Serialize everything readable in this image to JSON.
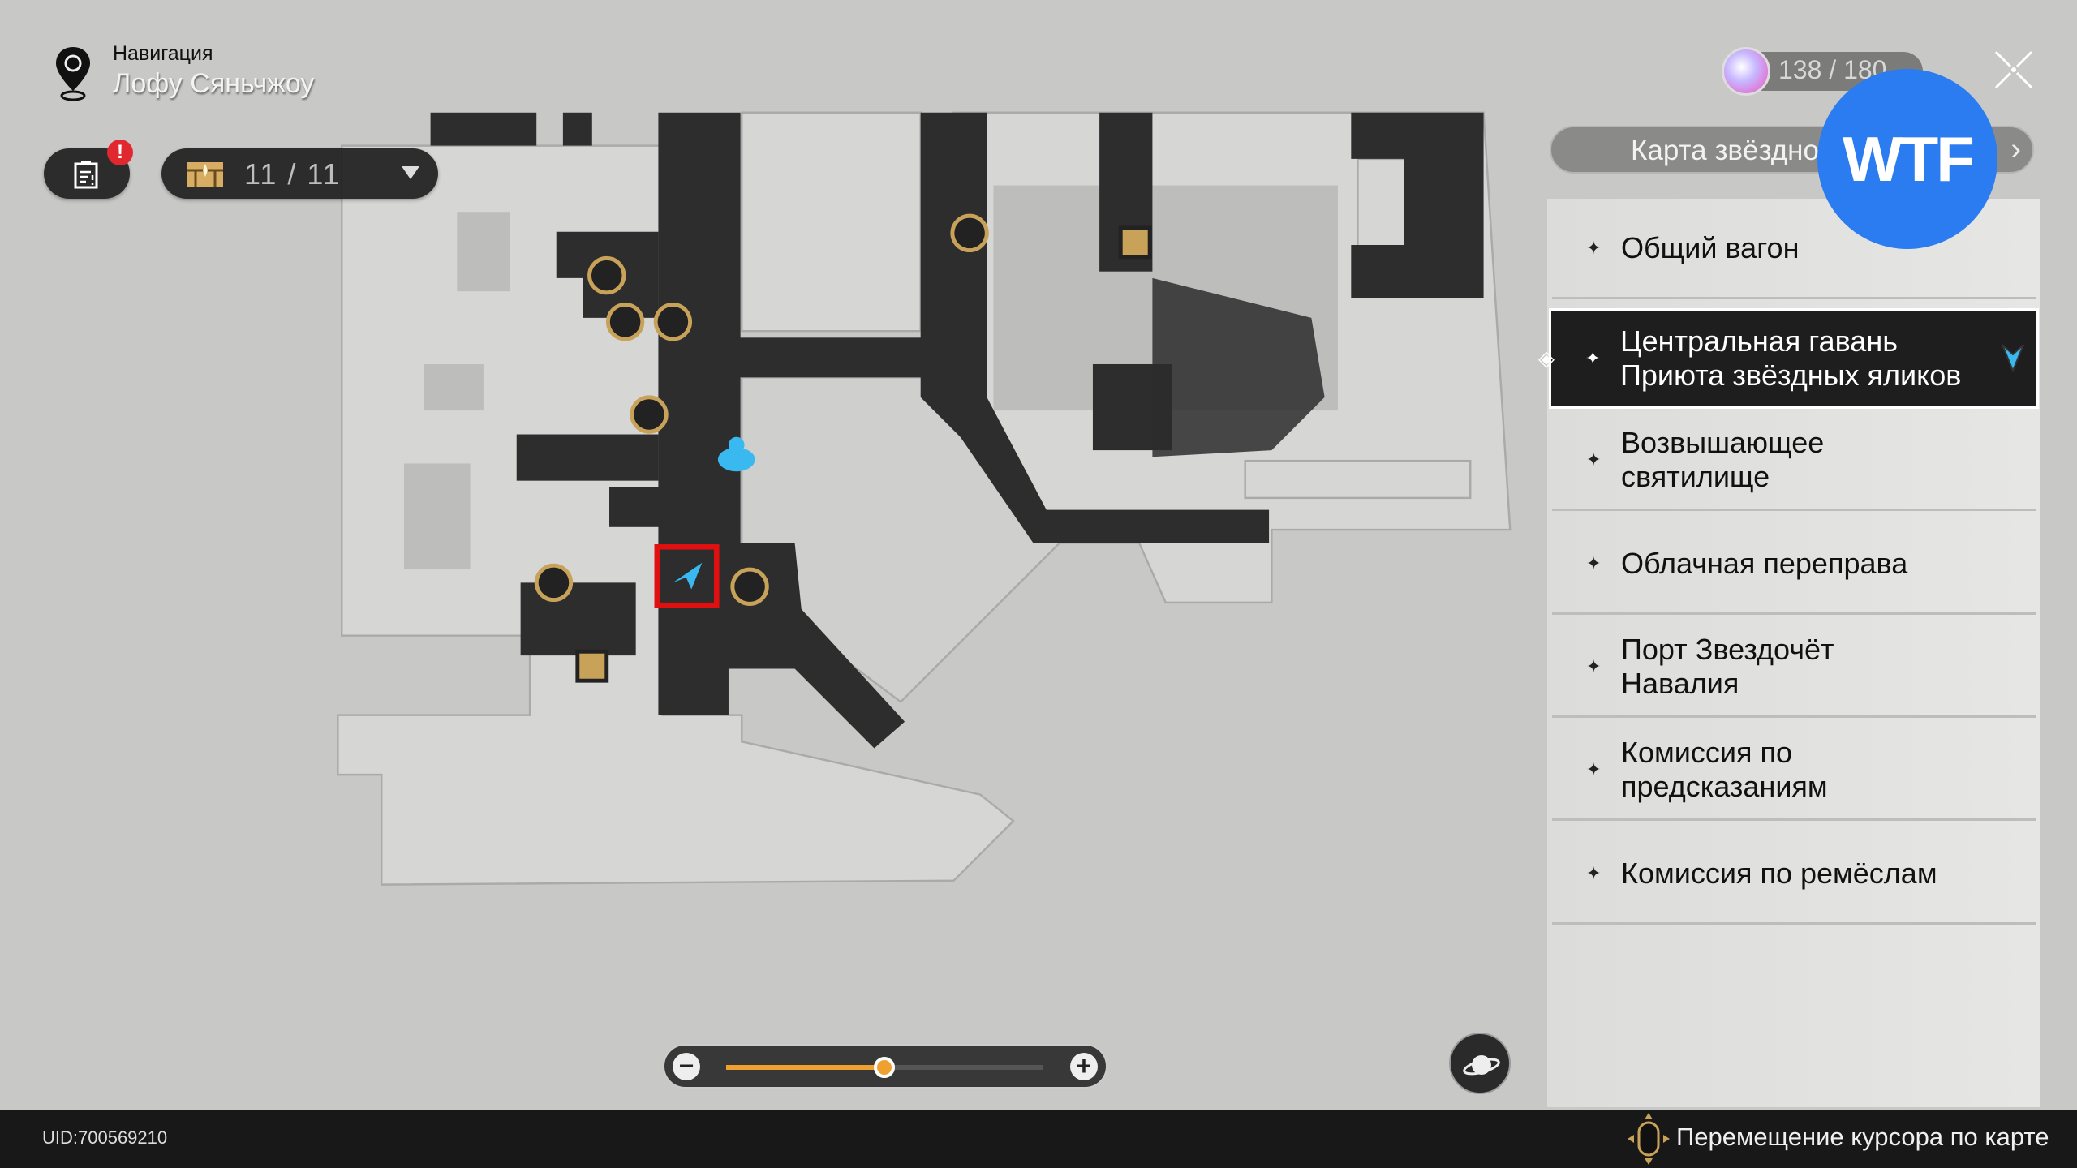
{
  "navigation": {
    "title": "Навигация",
    "location": "Лофу Сяньчжоу"
  },
  "tasks": {
    "badge": "!"
  },
  "chests": {
    "count": "11 / 11"
  },
  "stamina": {
    "value": "138 / 180"
  },
  "star_map_button": {
    "label": "Карта звёздно",
    "arrow": "›"
  },
  "overlay": {
    "text": "WTF",
    "color": "#2a7cf0"
  },
  "areas": [
    {
      "label": "Общий вагон",
      "selected": false
    },
    {
      "label": "Центральная гавань Приюта звёздных яликов",
      "selected": true
    },
    {
      "label": "Возвышающее святилище",
      "selected": false
    },
    {
      "label": "Облачная переправа",
      "selected": false
    },
    {
      "label": "Порт Звездочёт Навалия",
      "selected": false
    },
    {
      "label": "Комиссия по предсказаниям",
      "selected": false
    },
    {
      "label": "Комиссия по ремёслам",
      "selected": false
    }
  ],
  "zoom": {
    "minus": "−",
    "plus": "+",
    "level": 0.5
  },
  "footer": {
    "uid": "UID:700569210",
    "hint": "Перемещение курсора по карте"
  },
  "colors": {
    "accent": "#f0a030",
    "marker": "#c9a25a",
    "player": "#3ab8f0",
    "highlight": "#e01010"
  }
}
